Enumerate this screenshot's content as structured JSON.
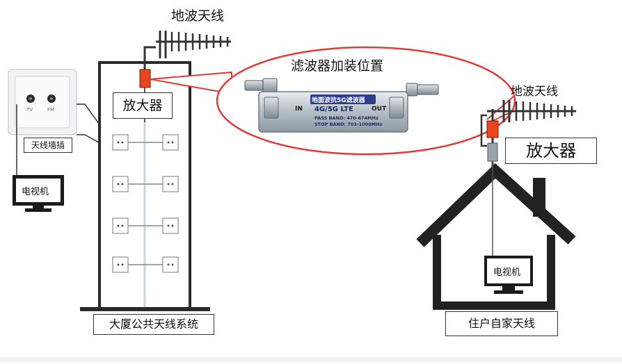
{
  "labels": {
    "antenna_building": "地波天线",
    "antenna_house": "地波天线",
    "filter_position": "滤波器加装位置",
    "amplifier_building": "放大器",
    "amplifier_house": "放大器",
    "wall_socket": "天线墙插",
    "tv_left": "电视机",
    "tv_house": "电视机",
    "building_caption": "大厦公共天线系统",
    "house_caption": "住户自家天线"
  },
  "socket": {
    "port_tv": "TV",
    "port_fm": "FM"
  },
  "filter_device": {
    "title": "地面波抗5G滤波器",
    "band": "4G/5G LTE",
    "in_label": "IN",
    "out_label": "OUT",
    "pass_band": "PASS BAND: 470-674MHz",
    "stop_band": "STOP BAND: 703-1000MHz"
  },
  "colors": {
    "amplifier": "#e8461e",
    "callout": "#e23a3a",
    "wire": "#333333"
  }
}
